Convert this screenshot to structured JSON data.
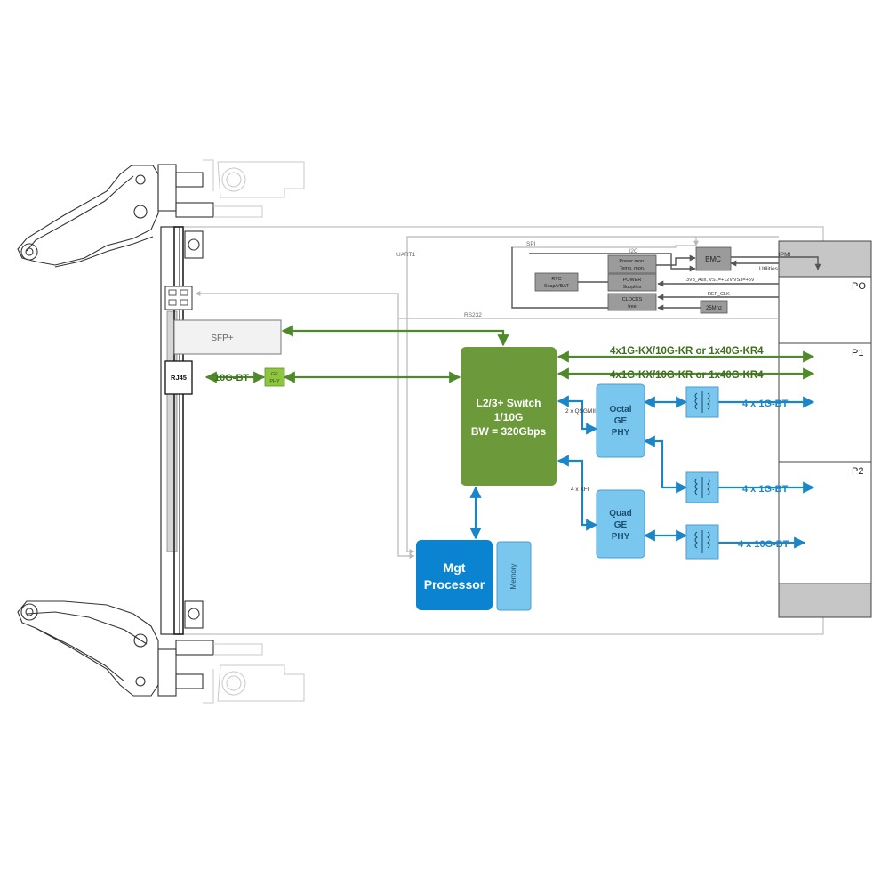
{
  "blocks": {
    "switch": {
      "line1": "L2/3+ Switch",
      "line2": "1/10G",
      "line3": "BW = 320Gbps"
    },
    "octal_phy": {
      "line1": "Octal",
      "line2": "GE",
      "line3": "PHY"
    },
    "quad_phy": {
      "line1": "Quad",
      "line2": "GE",
      "line3": "PHY"
    },
    "mgt": {
      "line1": "Mgt",
      "line2": "Processor"
    },
    "memory": "Memory",
    "sfp": "SFP+",
    "rj45": "RJ45",
    "ge_phy": {
      "line1": "GE",
      "line2": "PHY"
    },
    "bmc": "BMC",
    "rtc": {
      "line1": "RTC",
      "line2": "Scap/VBAT"
    },
    "power_mon": {
      "line1": "Power mon.",
      "line2": "Temp. mon."
    },
    "power_supplies": {
      "line1": "POWER",
      "line2": "Supplies"
    },
    "clocks": {
      "line1": "CLOCKS",
      "line2": "tree"
    },
    "osc": "25Mhz"
  },
  "connectors": {
    "p0": "PO",
    "p1": "P1",
    "p2": "P2"
  },
  "links": {
    "backplane_1": "4x1G-KX/10G-KR or 1x40G-KR4",
    "backplane_2": "4x1G-KX/10G-KR or 1x40G-KR4",
    "octal_out": "4 x 1G-BT",
    "octal_out_2": "4 x 1G-BT",
    "quad_out": "4 x 10G-BT",
    "front_10g": "10G-BT",
    "qsgmii": "2 x QSGMII",
    "xfi": "4 x XFI"
  },
  "bus_labels": {
    "uart": "UART1",
    "spi": "SPI",
    "i2c": "I2C",
    "rs232": "RS232",
    "ipmi": "IPMI",
    "utilities": "Utilities",
    "power_rails": "3V3_Aux, VS1=+12V,VS3=+5V",
    "ref_clk": "REF_CLK"
  },
  "colors": {
    "switch": "#6c9a3a",
    "green_link": "#4f8a2a",
    "blue_link": "#1a86c8",
    "phy": "#79c6ee",
    "mgt": "#0a84d0",
    "mgmt_gray": "#9b9b9b"
  }
}
